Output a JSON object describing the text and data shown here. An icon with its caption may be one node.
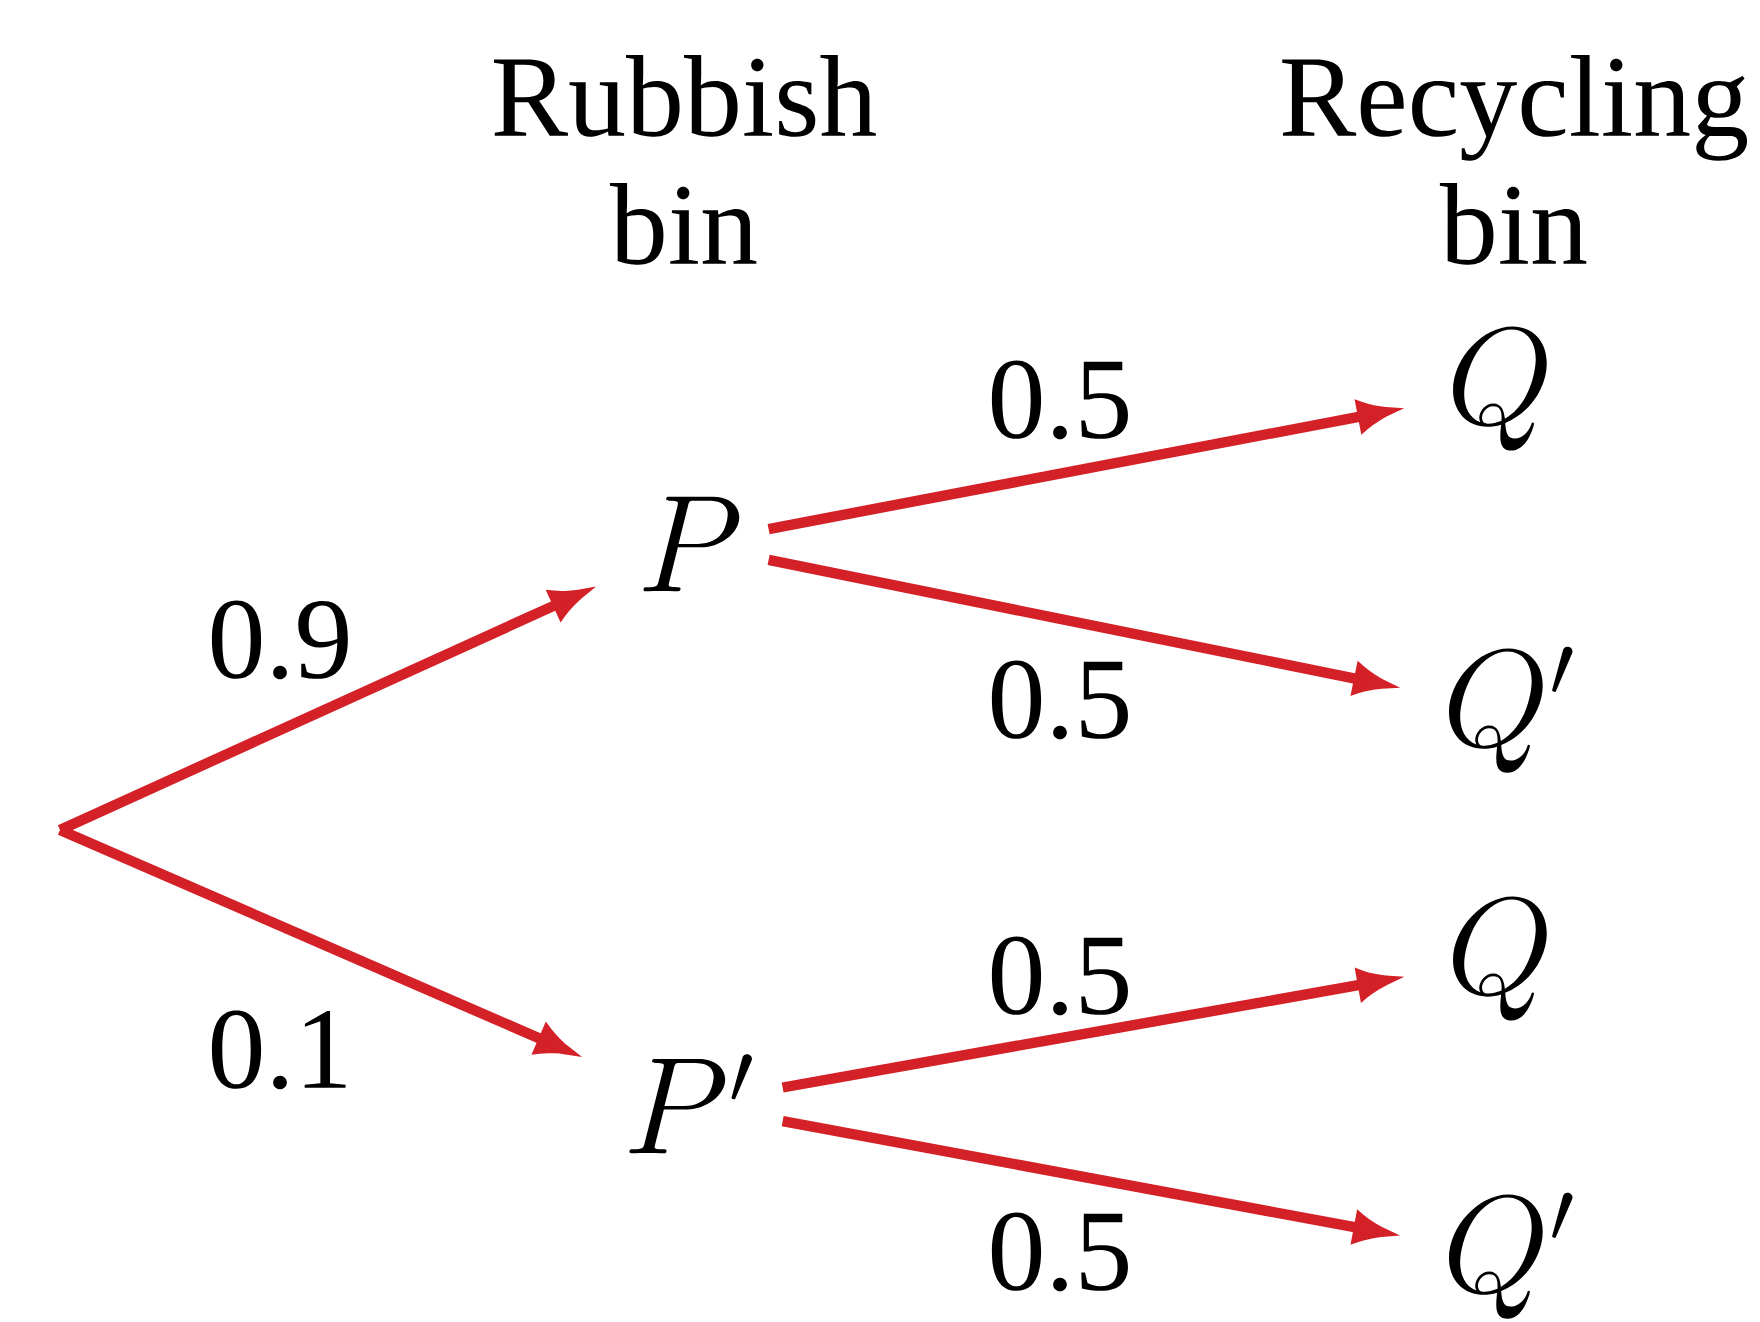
{
  "diagram": {
    "nodes": [
      {
        "text": [
          "P"
        ]
      },
      {
        "text": [
          "P'"
        ]
      },
      {
        "text": [
          "Q"
        ]
      },
      {
        "text": [
          "Q'"
        ]
      },
      {
        "text": [
          "Q"
        ]
      },
      {
        "text": [
          "Q'"
        ]
      }
    ],
    "edges": [
      {
        "from": null,
        "to": 0,
        "arrow": "to",
        "label": "0.9"
      },
      {
        "from": null,
        "to": 1,
        "arrow": "to",
        "label": "0.1"
      },
      {
        "from": 0,
        "to": 2,
        "arrow": "to",
        "label": "0.5"
      },
      {
        "from": 0,
        "to": 3,
        "arrow": "to",
        "label": "0.5"
      },
      {
        "from": 1,
        "to": 4,
        "arrow": "to",
        "label": "0.5"
      },
      {
        "from": 1,
        "to": 5,
        "arrow": "to",
        "label": "0.5"
      }
    ],
    "labels": [
      "Rubbish bin",
      "Recycling bin"
    ]
  }
}
